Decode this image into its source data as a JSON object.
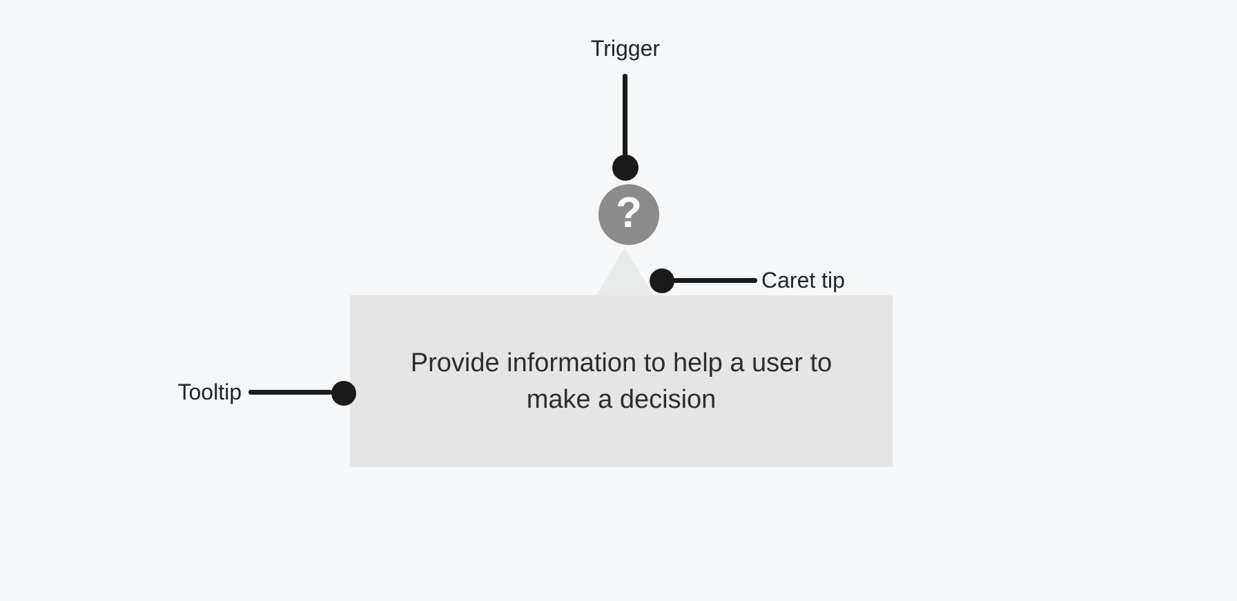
{
  "canvas": {
    "background": "#f6f7f9"
  },
  "colors": {
    "connector": "#1a1a1a",
    "icon_bg": "#8b8b8b",
    "icon_glyph": "#ffffff",
    "caret": "#e9eaea",
    "tooltip_bg": "#e4e5e4",
    "label_text": "#20242a",
    "tooltip_text": "#2d2d2d",
    "canvas_bg": "#f6f7f9"
  },
  "annotations": {
    "trigger": {
      "label": "Trigger"
    },
    "caret_tip": {
      "label": "Caret tip"
    },
    "tooltip": {
      "label": "Tooltip"
    }
  },
  "trigger_icon": {
    "name": "help-icon",
    "glyph": "?"
  },
  "tooltip": {
    "lines": [
      "Provide information to help a user to",
      "make a decision"
    ],
    "text": "Provide information to help a user to make a decision"
  }
}
